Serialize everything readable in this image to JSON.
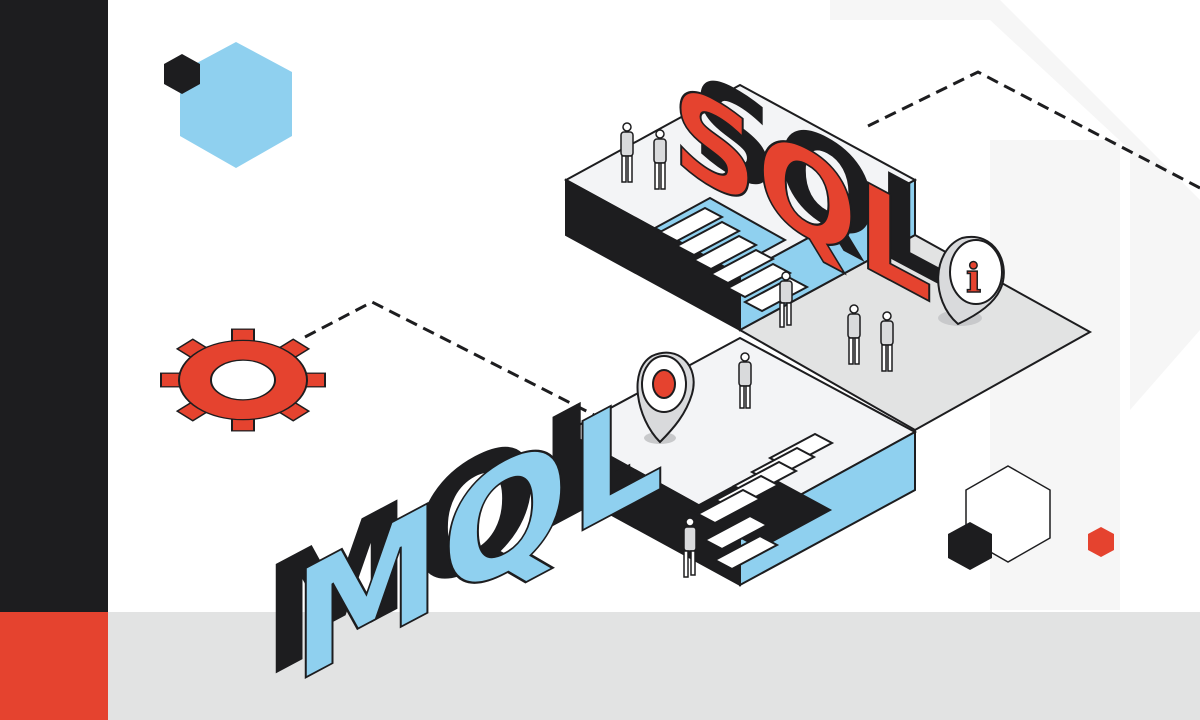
{
  "words": {
    "top": "SQL",
    "bottom": "MQL"
  },
  "icons": {
    "gear": "gear-icon",
    "info_pin": "info-pin-icon",
    "location_pin": "location-pin-icon",
    "info_glyph": "i"
  },
  "colors": {
    "black": "#1d1d1f",
    "red": "#e5432f",
    "light_blue": "#8fd0ef",
    "floor_gray": "#e2e3e3",
    "platform_top": "#f3f4f6",
    "watermark": "#f6f6f6"
  }
}
